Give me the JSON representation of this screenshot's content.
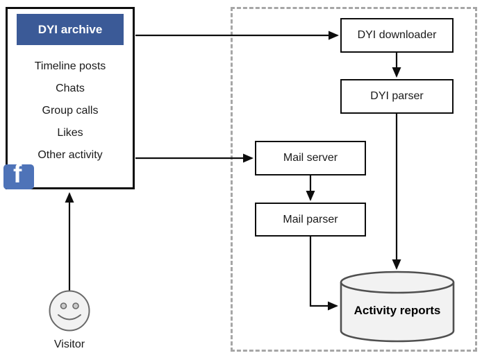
{
  "diagram": {
    "archive": {
      "header": "DYI archive",
      "items": [
        "Timeline posts",
        "Chats",
        "Group calls",
        "Likes",
        "Other activity"
      ],
      "brand_icon": "facebook-icon",
      "brand_glyph": "f"
    },
    "pipeline": {
      "dyi_downloader": "DYI downloader",
      "dyi_parser": "DYI parser",
      "mail_server": "Mail server",
      "mail_parser": "Mail parser",
      "activity_reports": "Activity reports"
    },
    "actor": {
      "label": "Visitor"
    },
    "flows": [
      {
        "from": "Visitor",
        "to": "DYI archive"
      },
      {
        "from": "DYI archive",
        "to": "DYI downloader"
      },
      {
        "from": "DYI downloader",
        "to": "DYI parser"
      },
      {
        "from": "DYI parser",
        "to": "Activity reports"
      },
      {
        "from": "DYI archive",
        "to": "Mail server"
      },
      {
        "from": "Mail server",
        "to": "Mail parser"
      },
      {
        "from": "Mail parser",
        "to": "Activity reports"
      }
    ],
    "colors": {
      "archive_header_bg": "#3b5a97",
      "archive_header_text": "#ffffff",
      "facebook_blue": "#4e73b8",
      "box_border": "#0d0d0d",
      "dashed_boundary": "#a6a6a6",
      "cylinder_fill": "#f2f2f2",
      "cylinder_stroke": "#4f4f4f",
      "smiley_fill": "#f2f2f2",
      "smiley_stroke": "#696969",
      "arrow": "#0d0d0d"
    }
  }
}
